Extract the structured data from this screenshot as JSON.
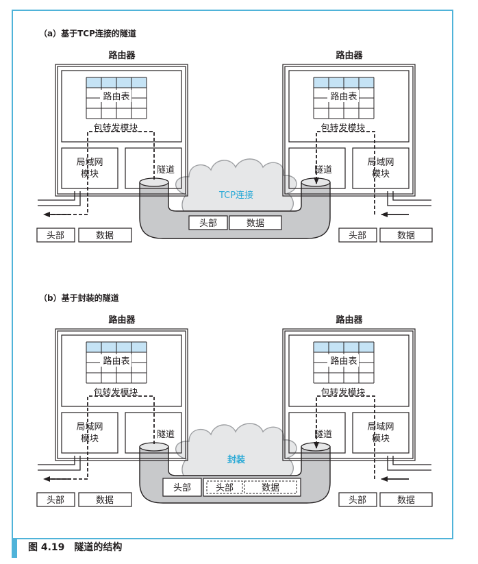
{
  "sections": [
    {
      "title": "（a）基于TCP连接的隧道",
      "left_router": {
        "title": "路由器",
        "routing_table": "路由表",
        "forwarding_module": "包转发模块",
        "lan_module": "局域网\n模块",
        "tunnel": "隧道"
      },
      "right_router": {
        "title": "路由器",
        "routing_table": "路由表",
        "forwarding_module": "包转发模块",
        "lan_module": "局域网\n模块",
        "tunnel": "隧道"
      },
      "cloud_label": "TCP连接",
      "pipe_packet": {
        "header": "头部",
        "data": "数据"
      },
      "left_packet": {
        "header": "头部",
        "data": "数据"
      },
      "right_packet": {
        "header": "头部",
        "data": "数据"
      }
    },
    {
      "title": "（b）基于封装的隧道",
      "left_router": {
        "title": "路由器",
        "routing_table": "路由表",
        "forwarding_module": "包转发模块",
        "lan_module": "局域网\n模块",
        "tunnel": "隧道"
      },
      "right_router": {
        "title": "路由器",
        "routing_table": "路由表",
        "forwarding_module": "包转发模块",
        "lan_module": "局域网\n模块",
        "tunnel": "隧道"
      },
      "cloud_label": "封装",
      "pipe_packet": {
        "header": "头部",
        "inner_header": "头部",
        "inner_data": "数据"
      },
      "left_packet": {
        "header": "头部",
        "data": "数据"
      },
      "right_packet": {
        "header": "头部",
        "data": "数据"
      }
    }
  ],
  "caption": "图 4.19　隧道的结构",
  "colors": {
    "frame": "#4fb3d9",
    "cloud_text": "#29a9d6",
    "table_header": "#c5e3f5",
    "pipe": "#c8c9cb",
    "cloud": "#e6e7e8"
  }
}
